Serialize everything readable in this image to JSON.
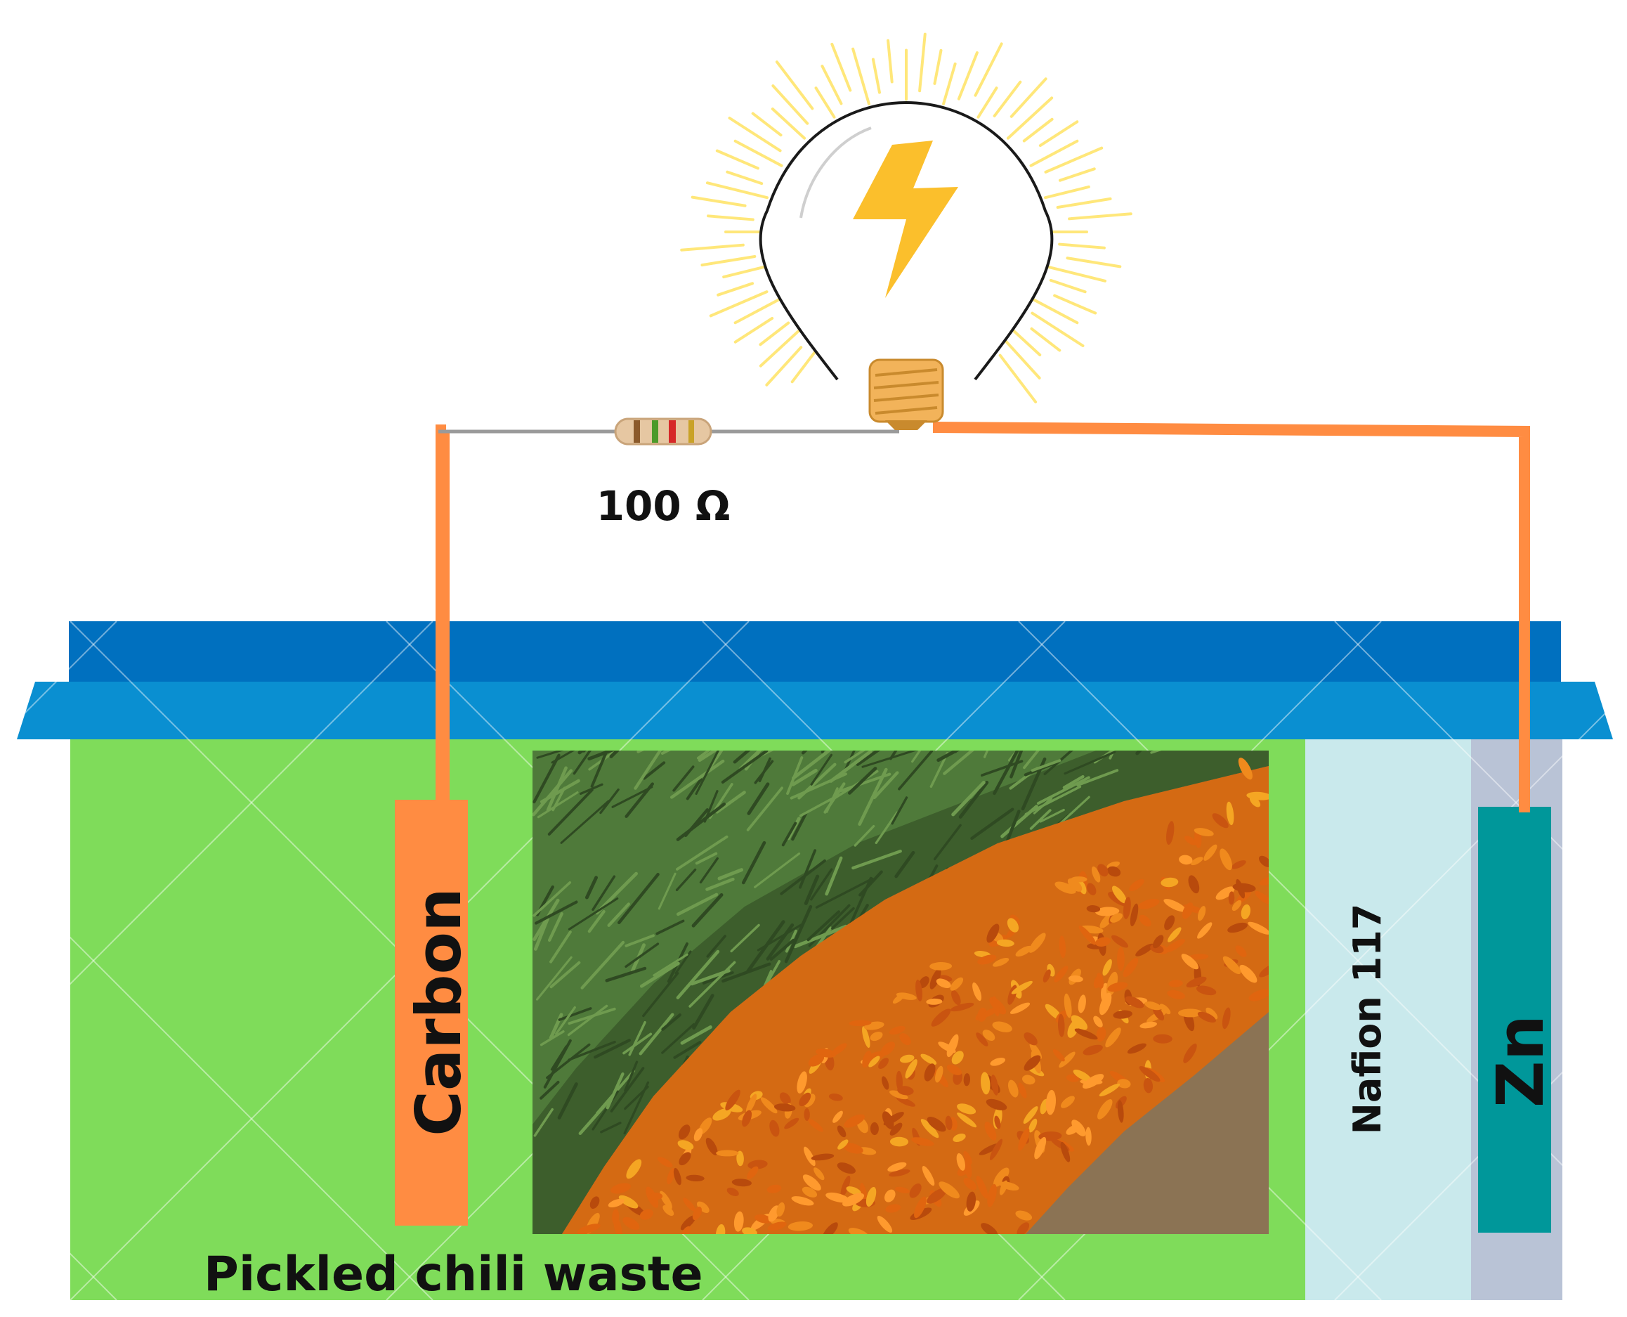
{
  "labels": {
    "resistor_value": "100 Ω",
    "anode_label": "Carbon",
    "membrane_label": "Nafion 117",
    "cathode_label": "Zn",
    "chamber_label": "Pickled chili waste"
  },
  "icons": {
    "bulb": "light-bulb-icon",
    "bolt": "lightning-bolt-icon",
    "resistor": "resistor-icon",
    "photo": "chili-waste-photo"
  },
  "colors": {
    "wire": "#ff8c42",
    "chamber_green": "#7fdc5a",
    "lid_dark_blue": "#0070bf",
    "lid_light_blue": "#0a8fd1",
    "membrane": "#c9e9ec",
    "zinc_chamber": "#b9c3d6",
    "zinc_electrode": "#00979a",
    "carbon_electrode": "#ff8c42",
    "glow": "#ffe77a",
    "bolt": "#fbbf2c"
  }
}
